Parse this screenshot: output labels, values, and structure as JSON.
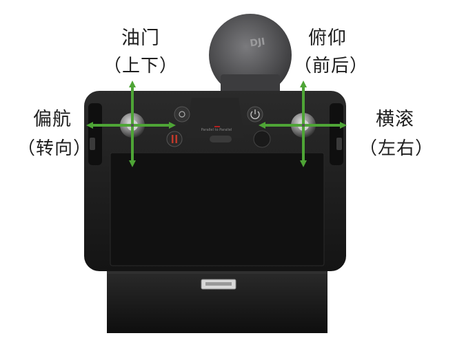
{
  "labels": {
    "throttle": {
      "title": "油门",
      "sub": "（上下）"
    },
    "pitch": {
      "title": "俯仰",
      "sub": "（前后）"
    },
    "yaw": {
      "title": "偏航",
      "sub": "（转向）"
    },
    "roll": {
      "title": "横滚",
      "sub": "（左右）"
    }
  },
  "device": {
    "antenna_logo": "DJI",
    "center_panel_text": "Parallel to Parallel"
  },
  "colors": {
    "arrow": "#4ea536",
    "body": "#1f1f1f",
    "screen": "#111111",
    "antenna": "#5b5b5e",
    "dock": "#1a1a1a",
    "stop_button": "#b32020"
  }
}
